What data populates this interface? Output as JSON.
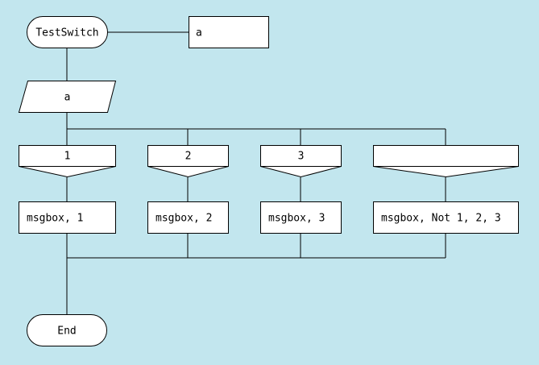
{
  "start": {
    "label": "TestSwitch"
  },
  "parameter": {
    "label": "a"
  },
  "input": {
    "label": "a"
  },
  "cases": [
    {
      "value": "1",
      "action": "msgbox, 1"
    },
    {
      "value": "2",
      "action": "msgbox, 2"
    },
    {
      "value": "3",
      "action": "msgbox, 3"
    },
    {
      "value": "",
      "action": "msgbox, Not 1, 2, 3"
    }
  ],
  "end": {
    "label": "End"
  },
  "colors": {
    "background": "#c2e6ee",
    "shape_fill": "#ffffff",
    "stroke": "#000000"
  }
}
